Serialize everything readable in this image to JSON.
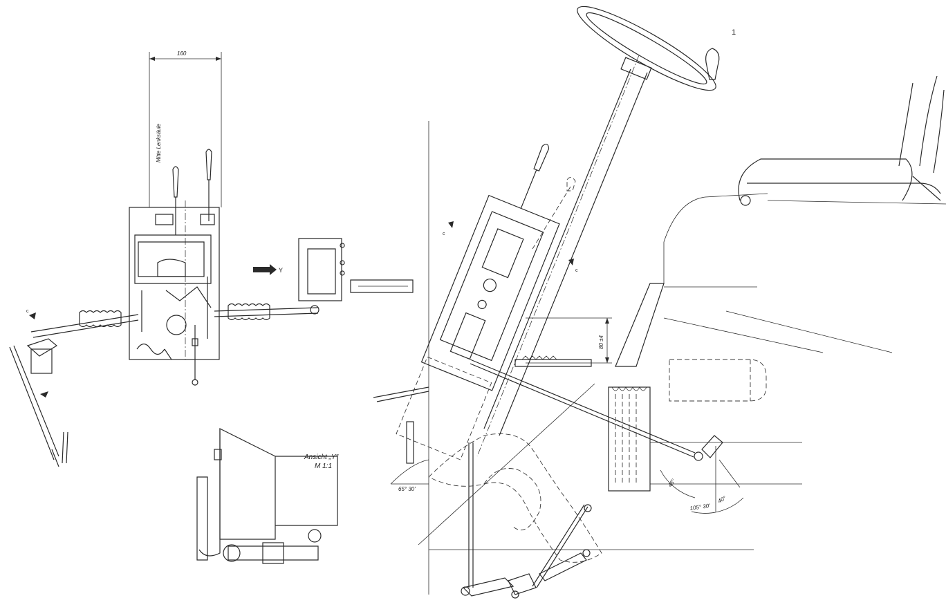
{
  "labels": {
    "dim_160": "160",
    "steering_axis": "Mitte Lenksäule",
    "view_arrow": "Y",
    "view_title": "Ansicht „Y\"",
    "view_scale": "M 1:1",
    "part_no": "1",
    "angle_main": "65° 30'",
    "dim_vertical": "80 ±4",
    "angle_a": "48°",
    "angle_b": "40°",
    "angle_c": "105° 30'"
  }
}
